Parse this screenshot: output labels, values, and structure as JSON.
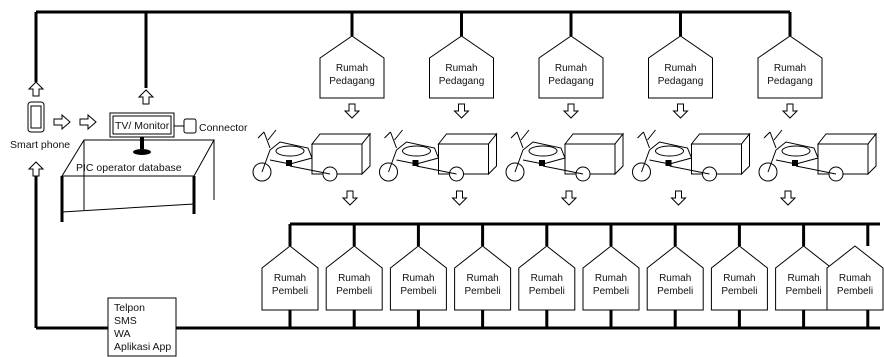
{
  "device": {
    "smartphone_label": "Smart phone",
    "monitor_label": "TV/ Monitor",
    "connector_label": "Connector",
    "table_label": "PIC operator database"
  },
  "seller": {
    "line1": "Rumah",
    "line2": "Pedagang",
    "count": 5
  },
  "buyer": {
    "line1": "Rumah",
    "line2": "Pembeli",
    "count": 10
  },
  "channels": [
    "Telpon",
    "SMS",
    "WA",
    "Aplikasi App"
  ]
}
